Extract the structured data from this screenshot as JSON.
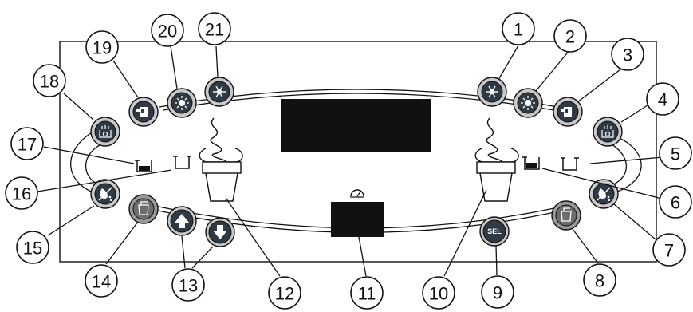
{
  "callouts": [
    "1",
    "2",
    "3",
    "4",
    "5",
    "6",
    "7",
    "8",
    "9",
    "10",
    "11",
    "12",
    "13",
    "14",
    "15",
    "16",
    "17",
    "18",
    "19",
    "20",
    "21"
  ],
  "buttons": {
    "sel_label": "SEL"
  },
  "colors": {
    "button_body": "#2f3a45",
    "button_ring_light": "#c9c9c9",
    "button_ring_gray": "#9a9a9a",
    "display": "#111111"
  },
  "icons": {
    "freeze": "snowflake-icon",
    "standby": "sun-icon",
    "dispense": "faucet-icon",
    "heat": "heat-treatment-icon",
    "hopper": "hopper-level-icon",
    "clean": "clean-icon",
    "pump": "pump-icon",
    "up": "up-arrow-icon",
    "down": "down-arrow-icon",
    "gauge": "gauge-icon"
  }
}
